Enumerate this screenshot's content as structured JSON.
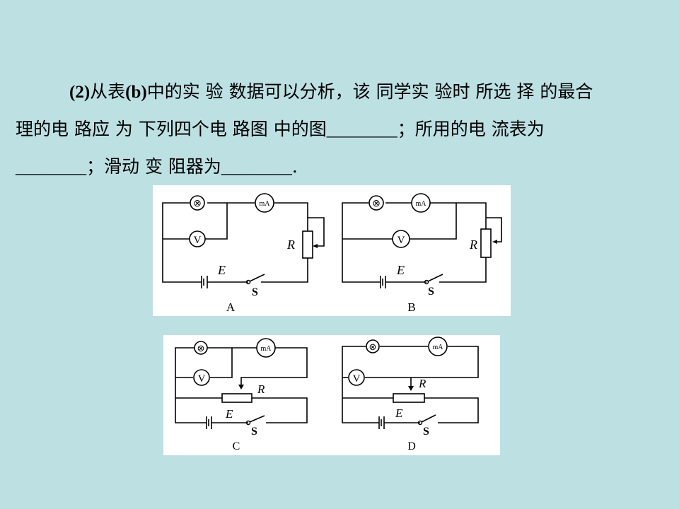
{
  "question": {
    "line1_label": "(2)",
    "line1_a": "从表",
    "line1_b": "(b)",
    "line1_c": "中的实 验 数据可以分析，该 同学实 验时 所选 择 的最合",
    "line2_a": "理的电 路应 为 下列四个电 路图 中的图",
    "line2_b": "________",
    "line2_c": "；所用的电 流表为",
    "line3_a": "________",
    "line3_b": "；滑动 变 阻器为",
    "line3_c": "________",
    "line3_d": "."
  },
  "circuits": {
    "lamp_symbol": "⊗",
    "ammeter_label": "mA",
    "voltmeter_label": "V",
    "resistor_label": "R",
    "battery_label": "E",
    "switch_label": "S",
    "captions": [
      "A",
      "B",
      "C",
      "D"
    ]
  }
}
